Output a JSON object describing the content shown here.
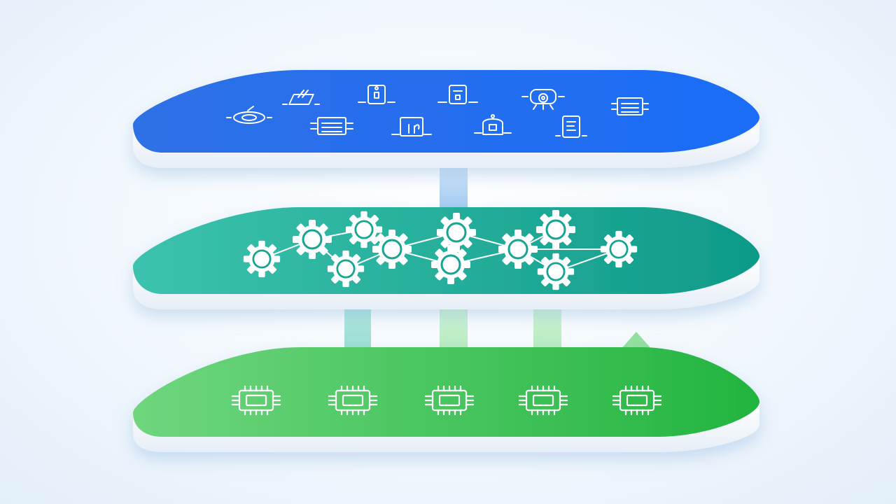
{
  "colors": {
    "background": "#eef5fc",
    "top_layer": [
      "#2f6fe6",
      "#1b6df7"
    ],
    "middle_layer": [
      "#3cc3ae",
      "#0e9a88"
    ],
    "bottom_layer": [
      "#6fd67e",
      "#22b43f"
    ],
    "connector_blue": "#9cc8f0",
    "connector_teal": "#7fd6c6",
    "connector_green": "#9de4a8",
    "icon_stroke": "#ffffff"
  },
  "layers": [
    {
      "name": "top-layer",
      "icons": [
        "satellite-dish-icon",
        "cloud-arrow-icon",
        "battery-device-icon",
        "battery-device-icon",
        "camera-icon",
        "server-rack-icon",
        "server-rack-icon",
        "plant-sensor-icon",
        "meter-icon",
        "storage-tank-icon"
      ]
    },
    {
      "name": "middle-layer",
      "nodes": [
        "gear-recycle-icon",
        "gear-icon",
        "gear-link-icon",
        "gear-wave-icon",
        "gear-cloud-icon",
        "gear-hub-icon",
        "gear-globe-icon",
        "gear-slash-icon",
        "gear-leaf-icon",
        "gear-graph-icon",
        "gear-drop-icon"
      ]
    },
    {
      "name": "bottom-layer",
      "chips": [
        "chip-icon",
        "chip-icon",
        "chip-icon",
        "chip-icon",
        "chip-icon"
      ]
    }
  ]
}
